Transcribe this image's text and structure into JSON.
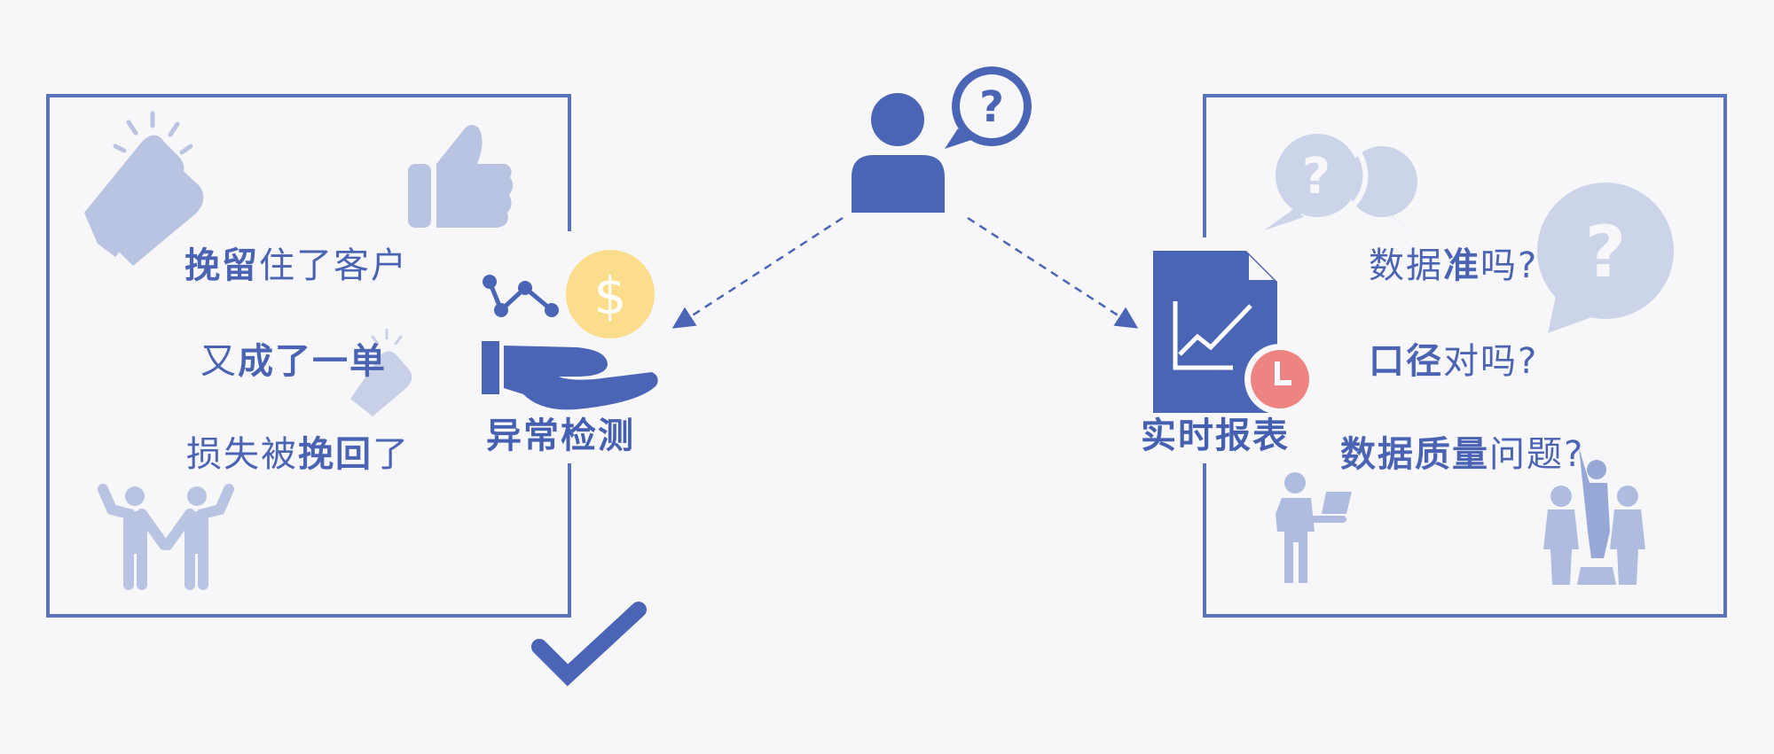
{
  "colors": {
    "primary": "#4a65b5",
    "light": "#b9c4e2",
    "lighter": "#ccd4ea",
    "coin": "#fcdd8b",
    "clock": "#ee8482",
    "background": "#f7f7f9"
  },
  "left_panel": {
    "label": "异常检测",
    "lines": [
      {
        "segments": [
          {
            "text": "挽留",
            "bold": true
          },
          {
            "text": "住了客户",
            "bold": false
          }
        ]
      },
      {
        "segments": [
          {
            "text": "又",
            "bold": false
          },
          {
            "text": "成了一单",
            "bold": true
          }
        ]
      },
      {
        "segments": [
          {
            "text": "损失被",
            "bold": false
          },
          {
            "text": "挽回",
            "bold": true
          },
          {
            "text": "了",
            "bold": false
          }
        ]
      }
    ]
  },
  "right_panel": {
    "label": "实时报表",
    "lines": [
      {
        "segments": [
          {
            "text": "数据",
            "bold": false
          },
          {
            "text": "准",
            "bold": true
          },
          {
            "text": "吗?",
            "bold": false
          }
        ]
      },
      {
        "segments": [
          {
            "text": "口径",
            "bold": true
          },
          {
            "text": "对吗?",
            "bold": false
          }
        ]
      },
      {
        "segments": [
          {
            "text": "数据质量",
            "bold": true
          },
          {
            "text": "问题?",
            "bold": false
          }
        ]
      }
    ]
  },
  "icons": [
    "user-question-icon",
    "clapping-hands-icon",
    "thumbs-up-icon",
    "celebrating-people-icon",
    "coin-dollar-icon",
    "hand-icon",
    "trend-nodes-icon",
    "report-document-icon",
    "clock-icon",
    "question-bubbles-icon",
    "presenter-icon",
    "group-icon",
    "checkmark-icon"
  ]
}
